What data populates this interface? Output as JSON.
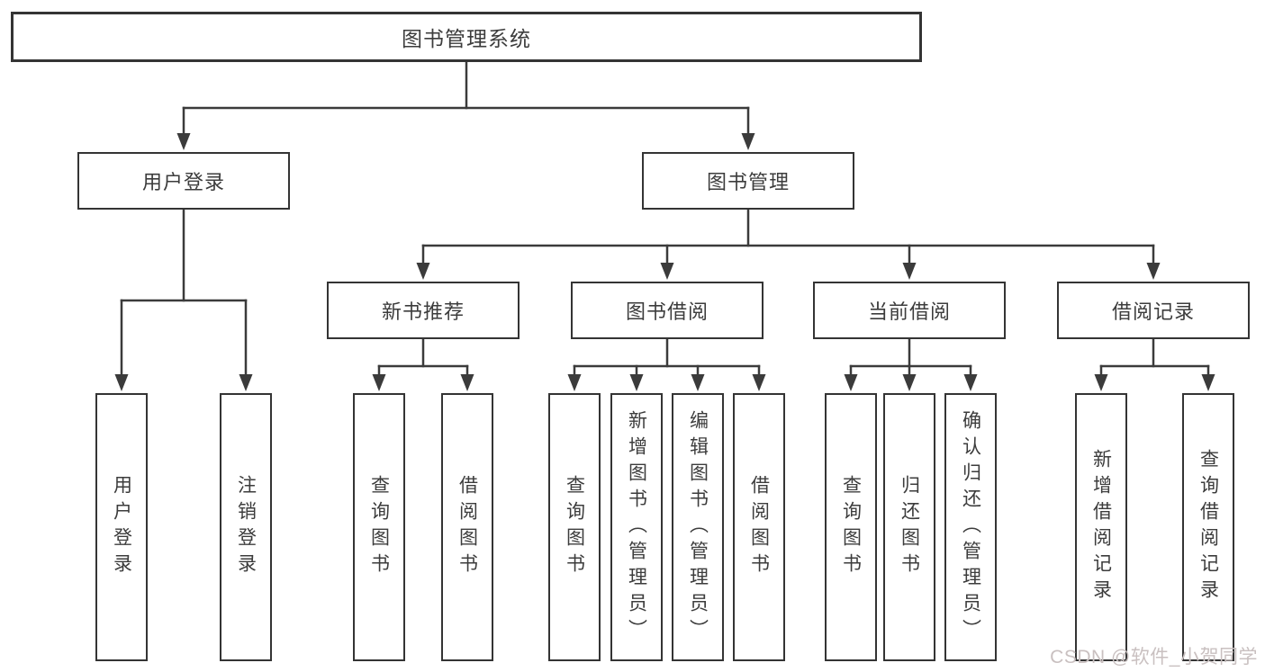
{
  "diagram": {
    "type": "hierarchy-tree",
    "root_label": "图书管理系统",
    "branches": [
      {
        "label": "用户登录",
        "leaves": [
          "用户登录",
          "注销登录"
        ]
      },
      {
        "label": "图书管理",
        "groups": [
          {
            "label": "新书推荐",
            "leaves": [
              "查询图书",
              "借阅图书"
            ]
          },
          {
            "label": "图书借阅",
            "leaves": [
              "查询图书",
              "新增图书（管理员）",
              "编辑图书（管理员）",
              "借阅图书"
            ]
          },
          {
            "label": "当前借阅",
            "leaves": [
              "查询图书",
              "归还图书",
              "确认归还（管理员）"
            ]
          },
          {
            "label": "借阅记录",
            "leaves": [
              "新增借阅记录",
              "查询借阅记录"
            ]
          }
        ]
      }
    ]
  },
  "watermark": "CSDN @软件_小贺同学",
  "colors": {
    "line": "#3b3b3b",
    "box_border": "#343434",
    "box_background": "#ffffff",
    "text": "#3c3c3c",
    "watermark_text": "#c9c0c0",
    "page_background": "#ffffff"
  }
}
